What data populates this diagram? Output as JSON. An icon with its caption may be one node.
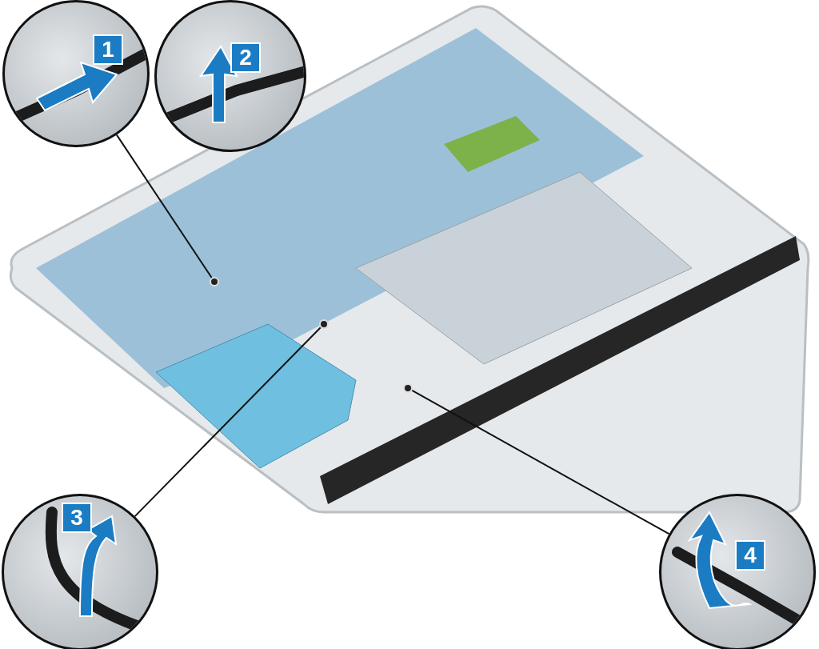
{
  "diagram": {
    "nodes": [
      {
        "text": [
          "1"
        ]
      },
      {
        "text": [
          "2"
        ]
      },
      {
        "text": [
          "3"
        ]
      },
      {
        "text": [
          "4"
        ]
      },
      {
        "text": [],
        "shape": "picture"
      },
      {
        "text": [],
        "shape": "circle",
        "in": 4
      },
      {
        "text": [],
        "shape": "circle",
        "in": 4
      },
      {
        "text": [],
        "shape": "circle",
        "in": 4
      }
    ],
    "edges": [
      {
        "from": 0,
        "to": 5,
        "arrow": "none"
      },
      {
        "from": 2,
        "to": 6,
        "arrow": "none"
      },
      {
        "from": 3,
        "to": 7,
        "arrow": "none"
      }
    ]
  }
}
